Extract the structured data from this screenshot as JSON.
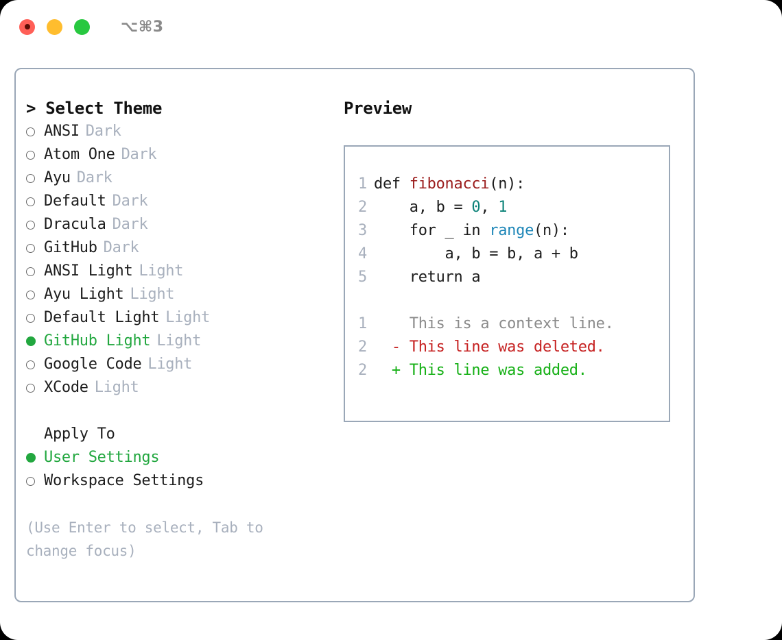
{
  "titlebar": {
    "shortcut": "⌥⌘3",
    "dots": [
      {
        "name": "close",
        "color": "#ff5f57"
      },
      {
        "name": "minimize",
        "color": "#ffbd2e"
      },
      {
        "name": "maximize",
        "color": "#28c840"
      }
    ]
  },
  "theme_section": {
    "title": "> Select Theme",
    "items": [
      {
        "label": "ANSI",
        "badge": "Dark",
        "selected": false
      },
      {
        "label": "Atom One",
        "badge": "Dark",
        "selected": false
      },
      {
        "label": "Ayu",
        "badge": "Dark",
        "selected": false
      },
      {
        "label": "Default",
        "badge": "Dark",
        "selected": false
      },
      {
        "label": "Dracula",
        "badge": "Dark",
        "selected": false
      },
      {
        "label": "GitHub",
        "badge": "Dark",
        "selected": false
      },
      {
        "label": "ANSI Light",
        "badge": "Light",
        "selected": false
      },
      {
        "label": "Ayu Light",
        "badge": "Light",
        "selected": false
      },
      {
        "label": "Default Light",
        "badge": "Light",
        "selected": false
      },
      {
        "label": "GitHub Light",
        "badge": "Light",
        "selected": true
      },
      {
        "label": "Google Code",
        "badge": "Light",
        "selected": false
      },
      {
        "label": "XCode",
        "badge": "Light",
        "selected": false
      }
    ]
  },
  "apply_to_section": {
    "title": "Apply To",
    "items": [
      {
        "label": "User Settings",
        "selected": true
      },
      {
        "label": "Workspace Settings",
        "selected": false
      }
    ]
  },
  "hint": "(Use Enter to select, Tab to change focus)",
  "preview": {
    "title": "Preview",
    "code_lines": [
      {
        "lineno": "1",
        "tokens": [
          {
            "text": "def ",
            "type": "plain"
          },
          {
            "text": "fibonacci",
            "type": "fn"
          },
          {
            "text": "(n):",
            "type": "plain"
          }
        ]
      },
      {
        "lineno": "2",
        "tokens": [
          {
            "text": "    a, b = ",
            "type": "plain"
          },
          {
            "text": "0",
            "type": "num"
          },
          {
            "text": ", ",
            "type": "plain"
          },
          {
            "text": "1",
            "type": "num"
          }
        ]
      },
      {
        "lineno": "3",
        "tokens": [
          {
            "text": "    for _ in ",
            "type": "plain"
          },
          {
            "text": "range",
            "type": "call"
          },
          {
            "text": "(n):",
            "type": "plain"
          }
        ]
      },
      {
        "lineno": "4",
        "tokens": [
          {
            "text": "        a, b = b, a + b",
            "type": "plain"
          }
        ]
      },
      {
        "lineno": "5",
        "tokens": [
          {
            "text": "    return a",
            "type": "plain"
          }
        ]
      }
    ],
    "diff_lines": [
      {
        "lineno": "1",
        "marker": " ",
        "text": " This is a context line.",
        "type": "context"
      },
      {
        "lineno": "2",
        "marker": "-",
        "text": " This line was deleted.",
        "type": "deleted"
      },
      {
        "lineno": "2",
        "marker": "+",
        "text": " This line was added.",
        "type": "added"
      }
    ]
  },
  "colors": {
    "accent_green": "#22a73f",
    "badge_grey": "#a8b0bd",
    "border": "#9aa7b7",
    "diff_added": "#16b016",
    "diff_deleted": "#c62222",
    "syntax_function": "#9b1c1c",
    "syntax_number": "#0d8379",
    "syntax_call": "#1f87b8"
  }
}
